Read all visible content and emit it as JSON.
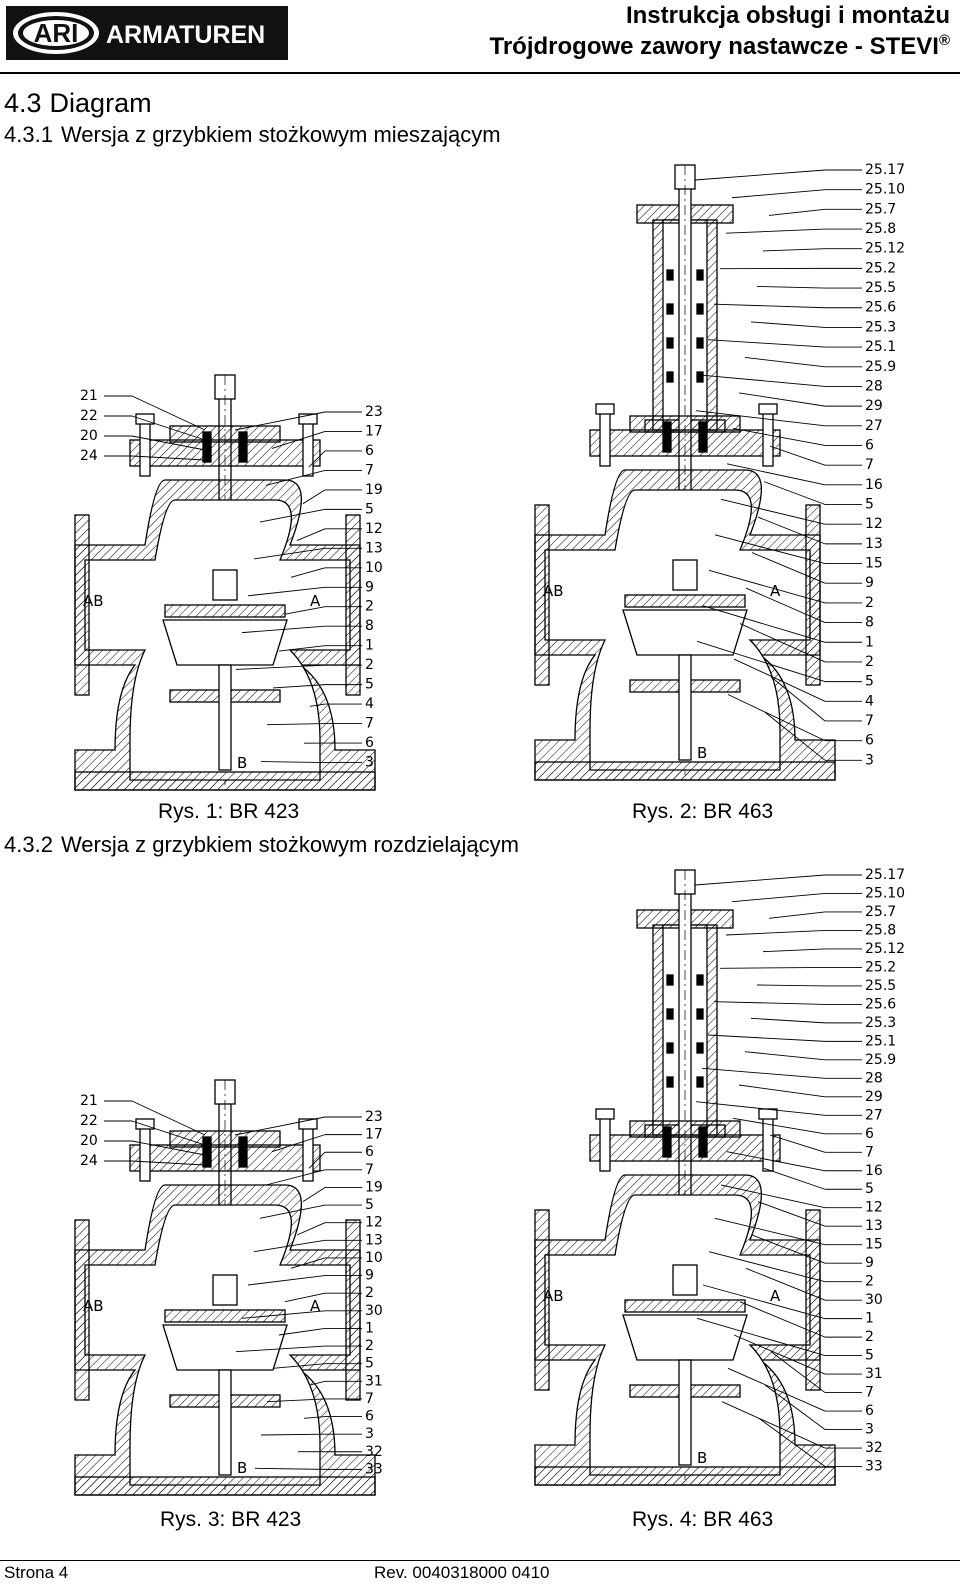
{
  "header": {
    "brand_badge": "ARI",
    "brand_name": "ARMATUREN",
    "title_line1": "Instrukcja obsługi i montażu",
    "title_line2": "Trójdrogowe zawory nastawcze - STEVI",
    "registered_mark": "®"
  },
  "section": {
    "number": "4.3",
    "title": "Diagram"
  },
  "subsections": [
    {
      "number": "4.3.1",
      "title": "Wersja z grzybkiem stożkowym mieszającym"
    },
    {
      "number": "4.3.2",
      "title": "Wersja z grzybkiem stożkowym rozdzielającym"
    }
  ],
  "figures": [
    {
      "caption": "Rys. 1: BR 423",
      "left_labels": [
        "21",
        "22",
        "20",
        "24"
      ],
      "right_labels": [
        "23",
        "17",
        "6",
        "7",
        "19",
        "5",
        "12",
        "13",
        "10",
        "9",
        "2",
        "8",
        "1",
        "2",
        "5",
        "4",
        "7",
        "6",
        "3"
      ],
      "port_labels": [
        "AB",
        "A",
        "B"
      ]
    },
    {
      "caption": "Rys. 2: BR 463",
      "right_labels": [
        "25.17",
        "25.10",
        "25.7",
        "25.8",
        "25.12",
        "25.2",
        "25.5",
        "25.6",
        "25.3",
        "25.1",
        "25.9",
        "28",
        "29",
        "27",
        "6",
        "7",
        "16",
        "5",
        "12",
        "13",
        "15",
        "9",
        "2",
        "8",
        "1",
        "2",
        "5",
        "4",
        "7",
        "6",
        "3"
      ],
      "port_labels": [
        "AB",
        "A",
        "B"
      ]
    },
    {
      "caption": "Rys. 3: BR 423",
      "left_labels": [
        "21",
        "22",
        "20",
        "24"
      ],
      "right_labels": [
        "23",
        "17",
        "6",
        "7",
        "19",
        "5",
        "12",
        "13",
        "10",
        "9",
        "2",
        "30",
        "1",
        "2",
        "5",
        "31",
        "7",
        "6",
        "3",
        "32",
        "33"
      ],
      "port_labels": [
        "AB",
        "A",
        "B"
      ]
    },
    {
      "caption": "Rys. 4: BR 463",
      "right_labels": [
        "25.17",
        "25.10",
        "25.7",
        "25.8",
        "25.12",
        "25.2",
        "25.5",
        "25.6",
        "25.3",
        "25.1",
        "25.9",
        "28",
        "29",
        "27",
        "6",
        "7",
        "16",
        "5",
        "12",
        "13",
        "15",
        "9",
        "2",
        "30",
        "1",
        "2",
        "5",
        "31",
        "7",
        "6",
        "3",
        "32",
        "33"
      ],
      "port_labels": [
        "AB",
        "A",
        "B"
      ]
    }
  ],
  "footer": {
    "page": "Strona 4",
    "revision": "Rev. 0040318000 0410"
  }
}
